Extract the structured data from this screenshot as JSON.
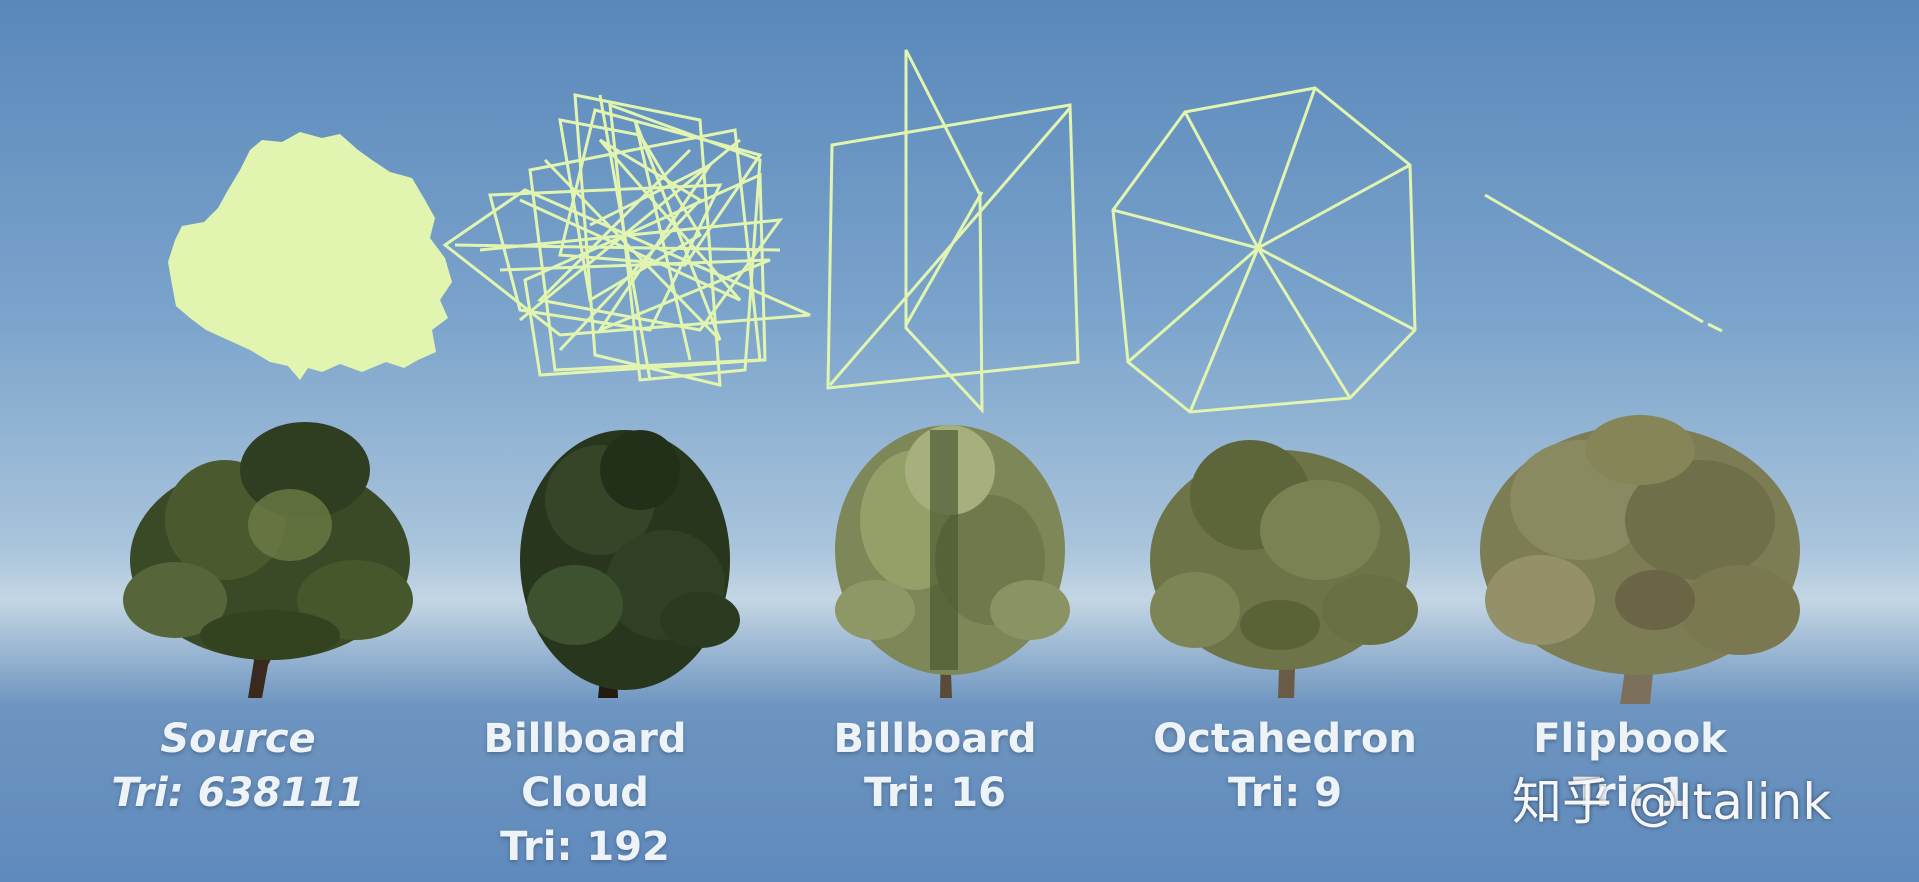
{
  "models": [
    {
      "name": "Source",
      "tri": "Tri: 638111"
    },
    {
      "name": "Billboard Cloud",
      "tri": "Tri: 192"
    },
    {
      "name": "Billboard",
      "tri": "Tri: 16"
    },
    {
      "name": "Octahedron",
      "tri": "Tri: 9"
    },
    {
      "name": "Flipbook",
      "tri": "Tri: 1"
    }
  ],
  "watermark": "知乎 @Italink",
  "colors": {
    "wireframe": "#e2f5b0",
    "sky_top": "#5a88bb",
    "horizon": "#c4d6e4",
    "label_text": "#eef3f8"
  }
}
